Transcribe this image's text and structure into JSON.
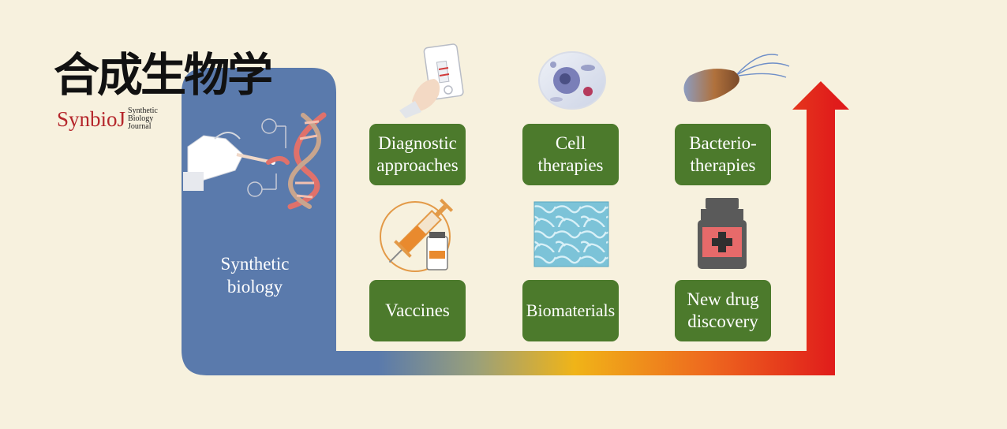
{
  "logo": {
    "chinese_title": "合成生物学",
    "english_name": "SynbioJ",
    "journal_line1": "Synthetic",
    "journal_line2": "Biology",
    "journal_line3": "Journal"
  },
  "origin": {
    "label_line1": "Synthetic",
    "label_line2": "biology"
  },
  "applications": [
    {
      "line1": "Diagnostic",
      "line2": "approaches",
      "icon": "rapid-test-kit-icon"
    },
    {
      "line1": "Cell",
      "line2": "therapies",
      "icon": "cell-icon"
    },
    {
      "line1": "Bacterio-",
      "line2": "therapies",
      "icon": "bacterium-icon"
    },
    {
      "line1": "Vaccines",
      "line2": "",
      "icon": "syringe-vial-icon"
    },
    {
      "line1": "Biomaterials",
      "line2": "",
      "icon": "biomaterial-texture-icon"
    },
    {
      "line1": "New drug",
      "line2": "discovery",
      "icon": "medicine-bottle-icon"
    }
  ],
  "colors": {
    "background": "#f7f1de",
    "panel_blue": "#5a7aac",
    "box_green": "#4c7a2c",
    "arrow_start": "#5a7aac",
    "arrow_mid": "#f0b418",
    "arrow_end": "#e01b1b",
    "logo_red": "#b5262b"
  }
}
